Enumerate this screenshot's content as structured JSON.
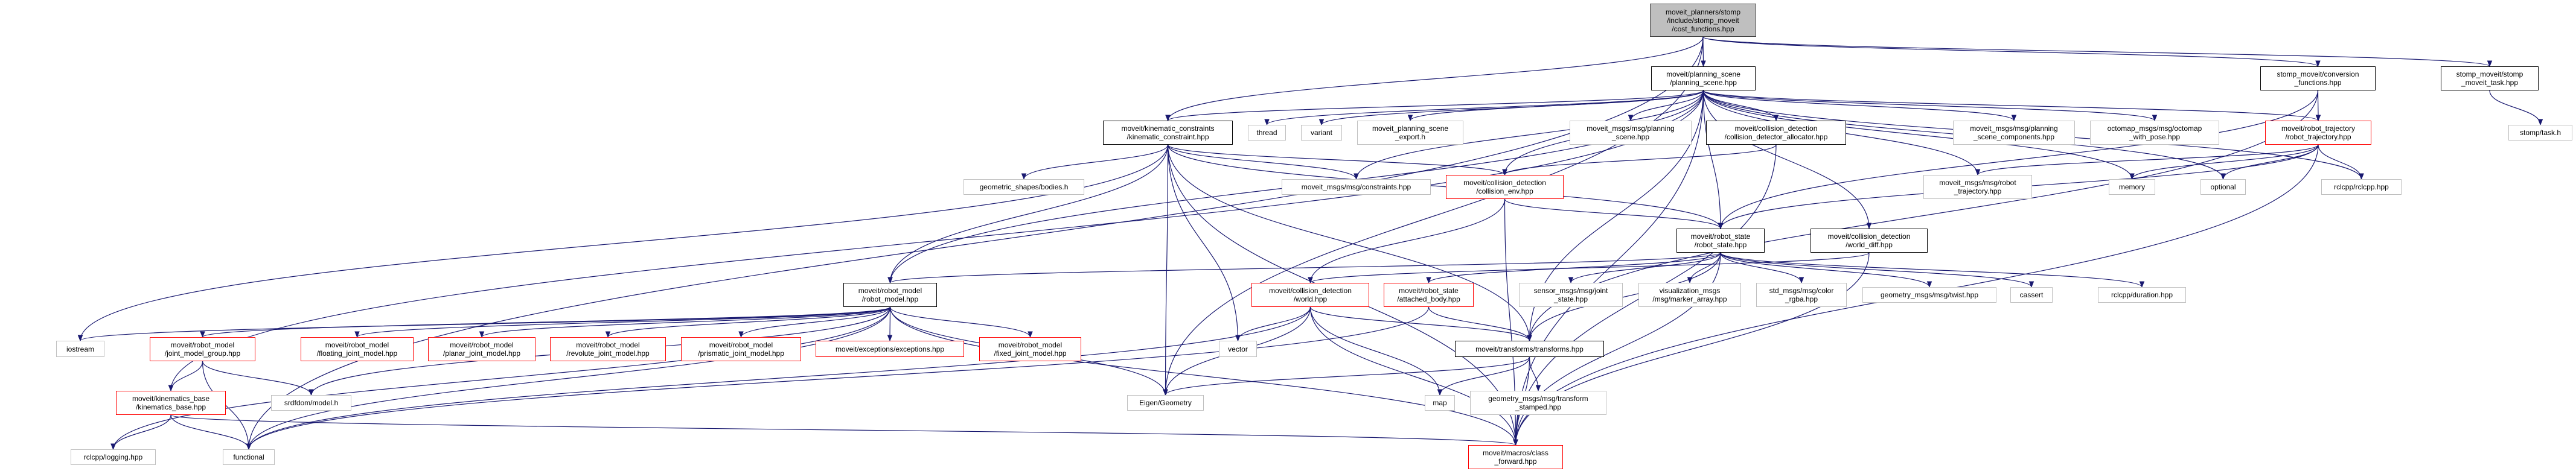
{
  "colors": {
    "edge": "#191970",
    "root_fill": "#bfbfbf",
    "documented_border": "#000000",
    "incomplete_border": "#ff0000",
    "external_border": "#bfbfbf"
  },
  "nodes": [
    {
      "id": "root",
      "style": "root",
      "lines": [
        "moveit_planners/stomp",
        "/include/stomp_moveit",
        "/cost_functions.hpp"
      ]
    },
    {
      "id": "ps",
      "style": "documented",
      "lines": [
        "moveit/planning_scene",
        "/planning_scene.hpp"
      ]
    },
    {
      "id": "conv",
      "style": "documented",
      "lines": [
        "stomp_moveit/conversion",
        "_functions.hpp"
      ]
    },
    {
      "id": "task",
      "style": "documented",
      "lines": [
        "stomp_moveit/stomp",
        "_moveit_task.hpp"
      ]
    },
    {
      "id": "kc",
      "style": "documented",
      "lines": [
        "moveit/kinematic_constraints",
        "/kinematic_constraint.hpp"
      ]
    },
    {
      "id": "thread",
      "style": "external",
      "lines": [
        "thread"
      ]
    },
    {
      "id": "variant",
      "style": "external",
      "lines": [
        "variant"
      ]
    },
    {
      "id": "export",
      "style": "external",
      "lines": [
        "moveit_planning_scene",
        "_export.h"
      ]
    },
    {
      "id": "msgps",
      "style": "external",
      "lines": [
        "moveit_msgs/msg/planning",
        "_scene.hpp"
      ]
    },
    {
      "id": "alloc",
      "style": "documented",
      "lines": [
        "moveit/collision_detection",
        "/collision_detector_allocator.hpp"
      ]
    },
    {
      "id": "psc",
      "style": "external",
      "lines": [
        "moveit_msgs/msg/planning",
        "_scene_components.hpp"
      ]
    },
    {
      "id": "octo",
      "style": "external",
      "lines": [
        "octomap_msgs/msg/octomap",
        "_with_pose.hpp"
      ]
    },
    {
      "id": "rtraj",
      "style": "red",
      "lines": [
        "moveit/robot_trajectory",
        "/robot_trajectory.hpp"
      ]
    },
    {
      "id": "taskh",
      "style": "external",
      "lines": [
        "stomp/task.h"
      ]
    },
    {
      "id": "bodies",
      "style": "external",
      "lines": [
        "geometric_shapes/bodies.h"
      ]
    },
    {
      "id": "constr",
      "style": "external",
      "lines": [
        "moveit_msgs/msg/constraints.hpp"
      ]
    },
    {
      "id": "cenv",
      "style": "red",
      "lines": [
        "moveit/collision_detection",
        "/collision_env.hpp"
      ]
    },
    {
      "id": "msgtraj",
      "style": "external",
      "lines": [
        "moveit_msgs/msg/robot",
        "_trajectory.hpp"
      ]
    },
    {
      "id": "memory",
      "style": "external",
      "lines": [
        "memory"
      ]
    },
    {
      "id": "optional",
      "style": "external",
      "lines": [
        "optional"
      ]
    },
    {
      "id": "rclcpp",
      "style": "external",
      "lines": [
        "rclcpp/rclcpp.hpp"
      ]
    },
    {
      "id": "rstate",
      "style": "documented",
      "lines": [
        "moveit/robot_state",
        "/robot_state.hpp"
      ]
    },
    {
      "id": "wdiff",
      "style": "documented",
      "lines": [
        "moveit/collision_detection",
        "/world_diff.hpp"
      ]
    },
    {
      "id": "rmodel",
      "style": "documented",
      "lines": [
        "moveit/robot_model",
        "/robot_model.hpp"
      ]
    },
    {
      "id": "world",
      "style": "red",
      "lines": [
        "moveit/collision_detection",
        "/world.hpp"
      ]
    },
    {
      "id": "attached",
      "style": "red",
      "lines": [
        "moveit/robot_state",
        "/attached_body.hpp"
      ]
    },
    {
      "id": "sensor",
      "style": "external",
      "lines": [
        "sensor_msgs/msg/joint",
        "_state.hpp"
      ]
    },
    {
      "id": "viz",
      "style": "external",
      "lines": [
        "visualization_msgs",
        "/msg/marker_array.hpp"
      ]
    },
    {
      "id": "color",
      "style": "external",
      "lines": [
        "std_msgs/msg/color",
        "_rgba.hpp"
      ]
    },
    {
      "id": "twist",
      "style": "external",
      "lines": [
        "geometry_msgs/msg/twist.hpp"
      ]
    },
    {
      "id": "cassert",
      "style": "external",
      "lines": [
        "cassert"
      ]
    },
    {
      "id": "duration",
      "style": "external",
      "lines": [
        "rclcpp/duration.hpp"
      ]
    },
    {
      "id": "iostream",
      "style": "external",
      "lines": [
        "iostream"
      ]
    },
    {
      "id": "jmg",
      "style": "red",
      "lines": [
        "moveit/robot_model",
        "/joint_model_group.hpp"
      ]
    },
    {
      "id": "floating",
      "style": "red",
      "lines": [
        "moveit/robot_model",
        "/floating_joint_model.hpp"
      ]
    },
    {
      "id": "planar",
      "style": "red",
      "lines": [
        "moveit/robot_model",
        "/planar_joint_model.hpp"
      ]
    },
    {
      "id": "revolute",
      "style": "red",
      "lines": [
        "moveit/robot_model",
        "/revolute_joint_model.hpp"
      ]
    },
    {
      "id": "prismatic",
      "style": "red",
      "lines": [
        "moveit/robot_model",
        "/prismatic_joint_model.hpp"
      ]
    },
    {
      "id": "exceptions",
      "style": "red",
      "lines": [
        "moveit/exceptions/exceptions.hpp"
      ]
    },
    {
      "id": "fixed",
      "style": "red",
      "lines": [
        "moveit/robot_model",
        "/fixed_joint_model.hpp"
      ]
    },
    {
      "id": "vector",
      "style": "external",
      "lines": [
        "vector"
      ]
    },
    {
      "id": "transforms",
      "style": "documented",
      "lines": [
        "moveit/transforms/transforms.hpp"
      ]
    },
    {
      "id": "kbase",
      "style": "red",
      "lines": [
        "moveit/kinematics_base",
        "/kinematics_base.hpp"
      ]
    },
    {
      "id": "srdf",
      "style": "external",
      "lines": [
        "srdfdom/model.h"
      ]
    },
    {
      "id": "eigen",
      "style": "external",
      "lines": [
        "Eigen/Geometry"
      ]
    },
    {
      "id": "map",
      "style": "external",
      "lines": [
        "map"
      ]
    },
    {
      "id": "tstamped",
      "style": "external",
      "lines": [
        "geometry_msgs/msg/transform",
        "_stamped.hpp"
      ]
    },
    {
      "id": "cf",
      "style": "red",
      "lines": [
        "moveit/macros/class",
        "_forward.hpp"
      ]
    },
    {
      "id": "logging",
      "style": "external",
      "lines": [
        "rclcpp/logging.hpp"
      ]
    },
    {
      "id": "functional",
      "style": "external",
      "lines": [
        "functional"
      ]
    }
  ],
  "edges": [
    [
      "root",
      "ps"
    ],
    [
      "root",
      "kc"
    ],
    [
      "root",
      "conv"
    ],
    [
      "root",
      "task"
    ],
    [
      "root",
      "eigen"
    ],
    [
      "root",
      "functional"
    ],
    [
      "ps",
      "rmodel"
    ],
    [
      "ps",
      "kc"
    ],
    [
      "ps",
      "thread"
    ],
    [
      "ps",
      "variant"
    ],
    [
      "ps",
      "export"
    ],
    [
      "ps",
      "msgps"
    ],
    [
      "ps",
      "alloc"
    ],
    [
      "ps",
      "cenv"
    ],
    [
      "ps",
      "rstate"
    ],
    [
      "ps",
      "wdiff"
    ],
    [
      "ps",
      "psc"
    ],
    [
      "ps",
      "octo"
    ],
    [
      "ps",
      "msgtraj"
    ],
    [
      "ps",
      "memory"
    ],
    [
      "ps",
      "optional"
    ],
    [
      "ps",
      "rclcpp"
    ],
    [
      "ps",
      "rtraj"
    ],
    [
      "ps",
      "cf"
    ],
    [
      "ps",
      "transforms"
    ],
    [
      "ps",
      "constr"
    ],
    [
      "ps",
      "kbase"
    ],
    [
      "kc",
      "bodies"
    ],
    [
      "kc",
      "rmodel"
    ],
    [
      "kc",
      "constr"
    ],
    [
      "kc",
      "cenv"
    ],
    [
      "kc",
      "rstate"
    ],
    [
      "kc",
      "vector"
    ],
    [
      "kc",
      "eigen"
    ],
    [
      "kc",
      "cf"
    ],
    [
      "kc",
      "transforms"
    ],
    [
      "kc",
      "iostream"
    ],
    [
      "alloc",
      "cenv"
    ],
    [
      "alloc",
      "cf"
    ],
    [
      "cenv",
      "rstate"
    ],
    [
      "cenv",
      "world"
    ],
    [
      "cenv",
      "cf"
    ],
    [
      "rstate",
      "rmodel"
    ],
    [
      "rstate",
      "attached"
    ],
    [
      "rstate",
      "sensor"
    ],
    [
      "rstate",
      "viz"
    ],
    [
      "rstate",
      "color"
    ],
    [
      "rstate",
      "twist"
    ],
    [
      "rstate",
      "cassert"
    ],
    [
      "rstate",
      "duration"
    ],
    [
      "rstate",
      "transforms"
    ],
    [
      "rstate",
      "cf"
    ],
    [
      "wdiff",
      "world"
    ],
    [
      "wdiff",
      "cf"
    ],
    [
      "rmodel",
      "iostream"
    ],
    [
      "rmodel",
      "jmg"
    ],
    [
      "rmodel",
      "floating"
    ],
    [
      "rmodel",
      "planar"
    ],
    [
      "rmodel",
      "revolute"
    ],
    [
      "rmodel",
      "prismatic"
    ],
    [
      "rmodel",
      "exceptions"
    ],
    [
      "rmodel",
      "fixed"
    ],
    [
      "rmodel",
      "srdf"
    ],
    [
      "rmodel",
      "logging"
    ],
    [
      "rmodel",
      "functional"
    ],
    [
      "rmodel",
      "eigen"
    ],
    [
      "rmodel",
      "cf"
    ],
    [
      "jmg",
      "kbase"
    ],
    [
      "jmg",
      "srdf"
    ],
    [
      "jmg",
      "functional"
    ],
    [
      "kbase",
      "logging"
    ],
    [
      "kbase",
      "functional"
    ],
    [
      "kbase",
      "cf"
    ],
    [
      "world",
      "vector"
    ],
    [
      "world",
      "eigen"
    ],
    [
      "world",
      "map"
    ],
    [
      "world",
      "transforms"
    ],
    [
      "world",
      "cf"
    ],
    [
      "world",
      "functional"
    ],
    [
      "attached",
      "transforms"
    ],
    [
      "attached",
      "functional"
    ],
    [
      "transforms",
      "eigen"
    ],
    [
      "transforms",
      "map"
    ],
    [
      "transforms",
      "tstamped"
    ],
    [
      "transforms",
      "cf"
    ],
    [
      "rtraj",
      "msgtraj"
    ],
    [
      "rtraj",
      "memory"
    ],
    [
      "rtraj",
      "optional"
    ],
    [
      "rtraj",
      "rclcpp"
    ],
    [
      "rtraj",
      "rstate"
    ],
    [
      "rtraj",
      "cf"
    ],
    [
      "conv",
      "rtraj"
    ],
    [
      "conv",
      "rstate"
    ],
    [
      "conv",
      "transforms"
    ],
    [
      "task",
      "taskh"
    ]
  ]
}
